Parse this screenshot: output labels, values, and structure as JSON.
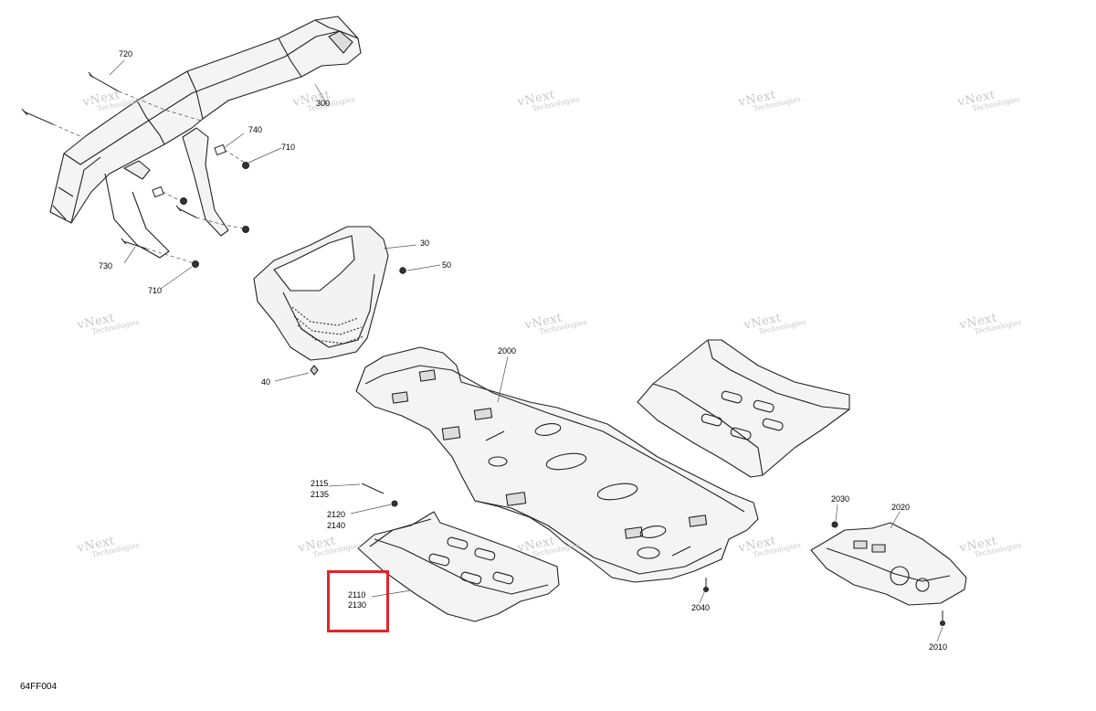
{
  "diagram": {
    "figure_code": "64FF004",
    "highlight_color": "#e0242c",
    "watermark": {
      "line1": "vNext",
      "line2": "Technologies",
      "color": "#c8c8c8"
    },
    "callouts": [
      {
        "id": "720",
        "text": "720"
      },
      {
        "id": "300",
        "text": "300"
      },
      {
        "id": "740",
        "text": "740"
      },
      {
        "id": "710a",
        "text": "710"
      },
      {
        "id": "730",
        "text": "730"
      },
      {
        "id": "710b",
        "text": "710"
      },
      {
        "id": "30",
        "text": "30"
      },
      {
        "id": "50",
        "text": "50"
      },
      {
        "id": "40",
        "text": "40"
      },
      {
        "id": "2000",
        "text": "2000"
      },
      {
        "id": "2115",
        "text": "2115"
      },
      {
        "id": "2135",
        "text": "2135"
      },
      {
        "id": "2120",
        "text": "2120"
      },
      {
        "id": "2140",
        "text": "2140"
      },
      {
        "id": "2110",
        "text": "2110"
      },
      {
        "id": "2130",
        "text": "2130"
      },
      {
        "id": "2030",
        "text": "2030"
      },
      {
        "id": "2020",
        "text": "2020"
      },
      {
        "id": "2040",
        "text": "2040"
      },
      {
        "id": "2010",
        "text": "2010"
      }
    ],
    "highlighted_callout": "2110 / 2130"
  }
}
